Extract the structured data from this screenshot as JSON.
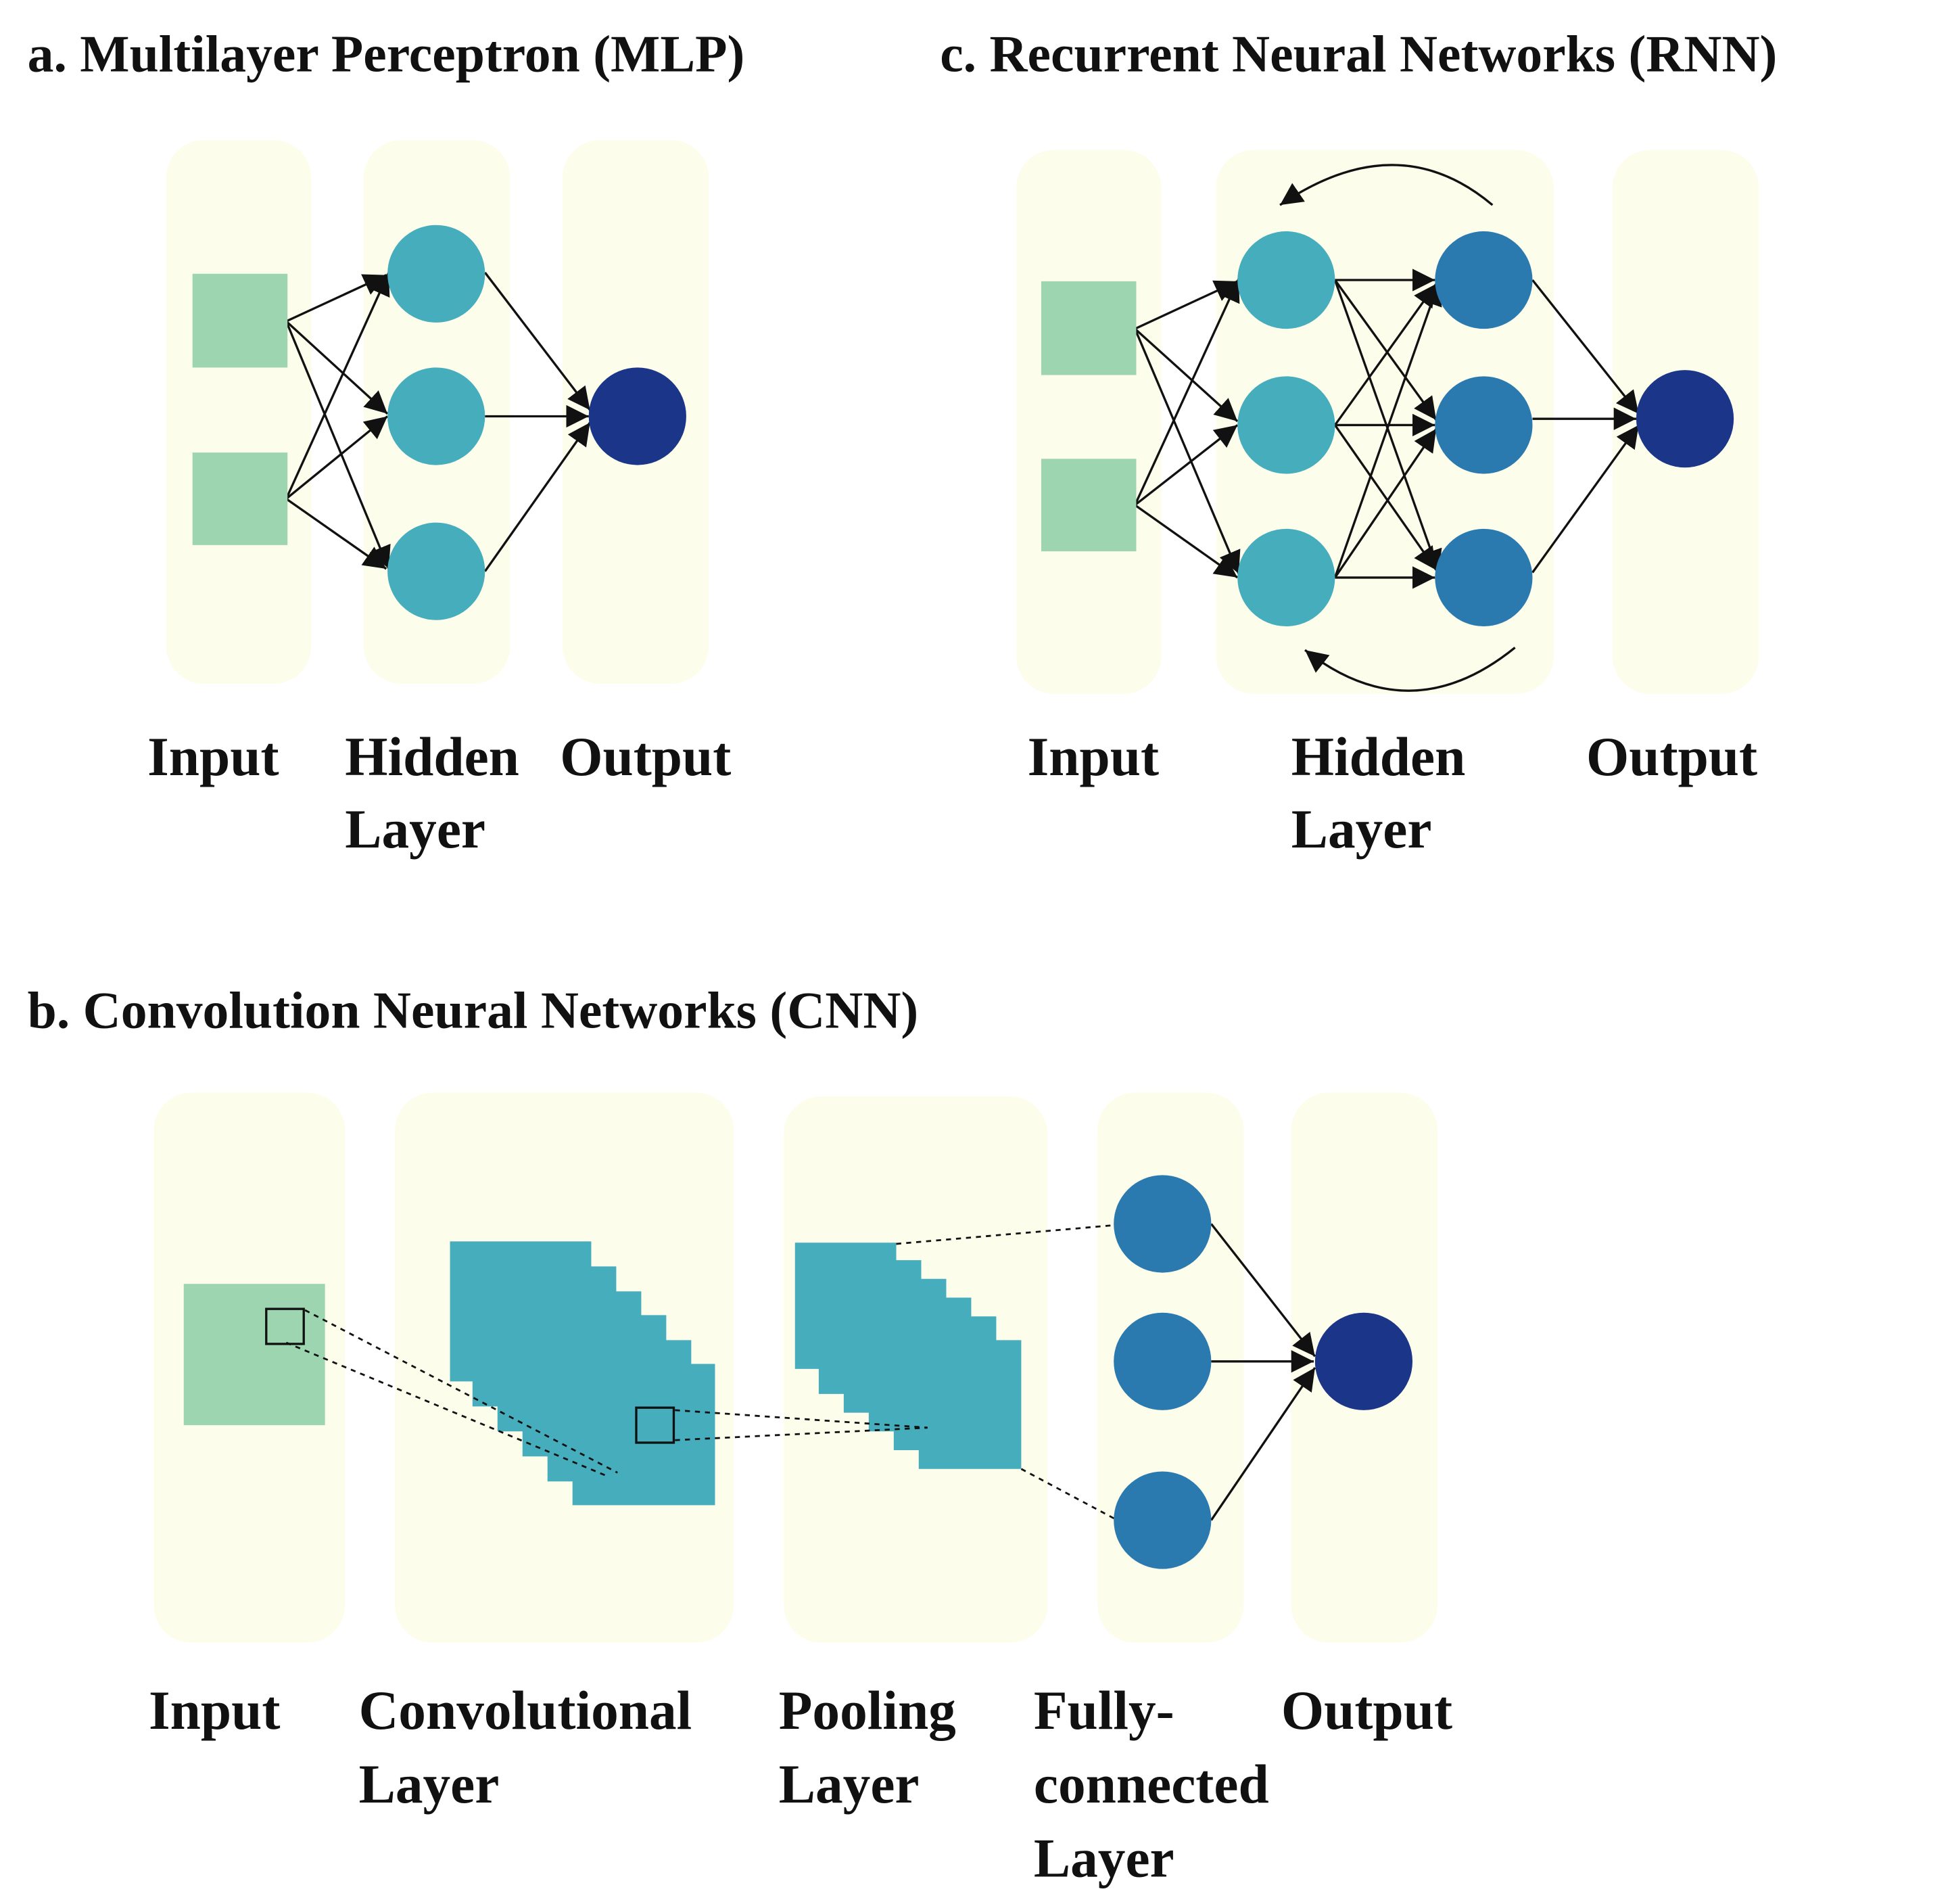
{
  "colors": {
    "panel": "#fdfdeb",
    "input": "#9dd5b1",
    "hidden": "#45adbc",
    "hidden_dark": "#2a7ab0",
    "output": "#1b3689",
    "feature_map": "#45adbc",
    "line": "#111111"
  },
  "mlp": {
    "title": "a. Multilayer Perceptron (MLP)",
    "labels": {
      "input": "Input",
      "hidden_1": "Hidden",
      "hidden_2": "Layer",
      "output": "Output"
    }
  },
  "rnn": {
    "title": "c. Recurrent Neural Networks (RNN)",
    "labels": {
      "input": "Input",
      "hidden_1": "Hidden",
      "hidden_2": "Layer",
      "output": "Output"
    }
  },
  "cnn": {
    "title": "b. Convolution Neural Networks (CNN)",
    "labels": {
      "input": "Input",
      "conv_1": "Convolutional",
      "conv_2": "Layer",
      "pool_1": "Pooling",
      "pool_2": "Layer",
      "fc_1": "Fully-",
      "fc_2": "connected",
      "fc_3": "Layer",
      "output": "Output"
    }
  }
}
